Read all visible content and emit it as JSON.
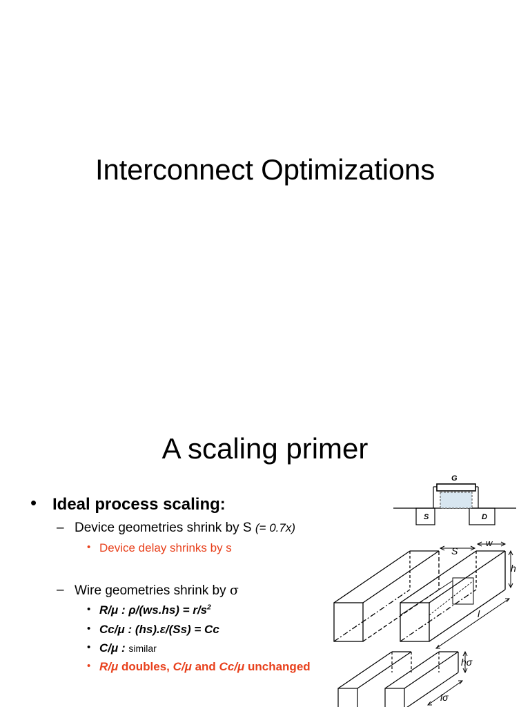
{
  "slide1": {
    "title": "Interconnect Optimizations"
  },
  "slide2": {
    "title": "A scaling primer",
    "bullet_main": "Ideal process scaling:",
    "sub1": {
      "text": "Device geometries shrink by S",
      "note": "(= 0.7x)"
    },
    "sub1_item": "Device delay shrinks by s",
    "sub2": {
      "text": "Wire geometries shrink by",
      "sym": "σ"
    },
    "items": [
      {
        "a": "R/μ",
        "b": " : ",
        "c": "ρ/(ws.hs)  = r/s",
        "sup": "2"
      },
      {
        "a": "Cc/μ",
        "b": " : ",
        "c": "(hs).ε/(Ss) = Cc"
      },
      {
        "a": "C/μ",
        "b": " : ",
        "c": "similar"
      },
      {
        "a": "R/μ",
        "b": " doubles, ",
        "c": "C/μ",
        "d": "  and ",
        "e": "Cc/μ",
        "f": " unchanged"
      }
    ],
    "diagram": {
      "labels": {
        "gate": "G",
        "source": "S",
        "drain": "D",
        "spacing": "S",
        "width": "w",
        "height": "h",
        "length": "l",
        "height_scaled": "hσ",
        "length_scaled": "lσ"
      }
    }
  }
}
